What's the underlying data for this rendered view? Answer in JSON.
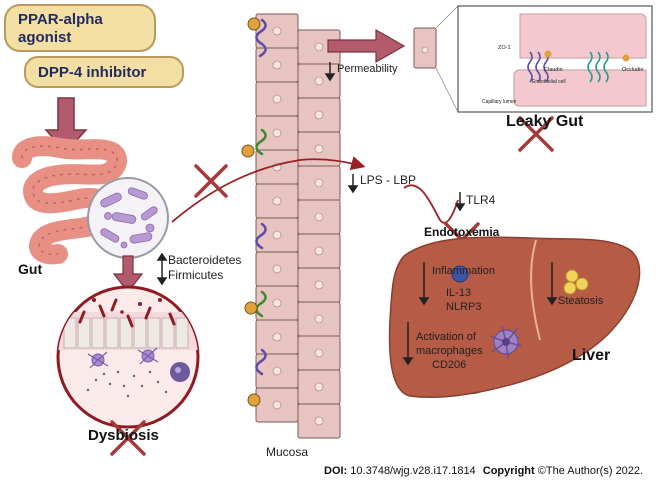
{
  "drugs": {
    "ppar": [
      "PPAR-alpha",
      "agonist"
    ],
    "dpp4": "DPP-4 inhibitor"
  },
  "labels": {
    "permeability": "Permeability",
    "leaky_gut": "Leaky Gut",
    "lps": "LPS - LBP",
    "tlr4": "TLR4",
    "endotoxemia": "Endotoxemia",
    "gut": "Gut",
    "bacteroidetes": "Bacteroidetes",
    "firmicutes": "Firmicutes",
    "dysbiosis": "Dysbiosis",
    "mucosa": "Mucosa",
    "liver": "Liver",
    "inflammation": "Inflammation",
    "il13": "IL-13",
    "nlrp3": "NLRP3",
    "activation": [
      "Activation of",
      "macrophages"
    ],
    "cd206": "CD206",
    "steatosis": "Steatosis"
  },
  "inset": {
    "zo1": "ZO-1",
    "occludin": "Occludin",
    "claudin": "Claudin",
    "capillary_lumen": "Capillary lumen",
    "endothelial_cell": "Endothelial cell"
  },
  "footer": {
    "doi_label": "DOI:",
    "doi_value": "10.3748/wjg.v28.i17.1814",
    "copyright_label": "Copyright",
    "copyright_value": "©The Author(s) 2022."
  },
  "colors": {
    "pill": "#f3dfa3",
    "pill_border": "#b89a5b",
    "arrow_fill": "#b35a6c",
    "cross": "#a53a3a",
    "dark_red": "#9b1f24",
    "cell": "#e8c4c0",
    "liver": "#b65b45",
    "intestine": "#e88f86"
  }
}
